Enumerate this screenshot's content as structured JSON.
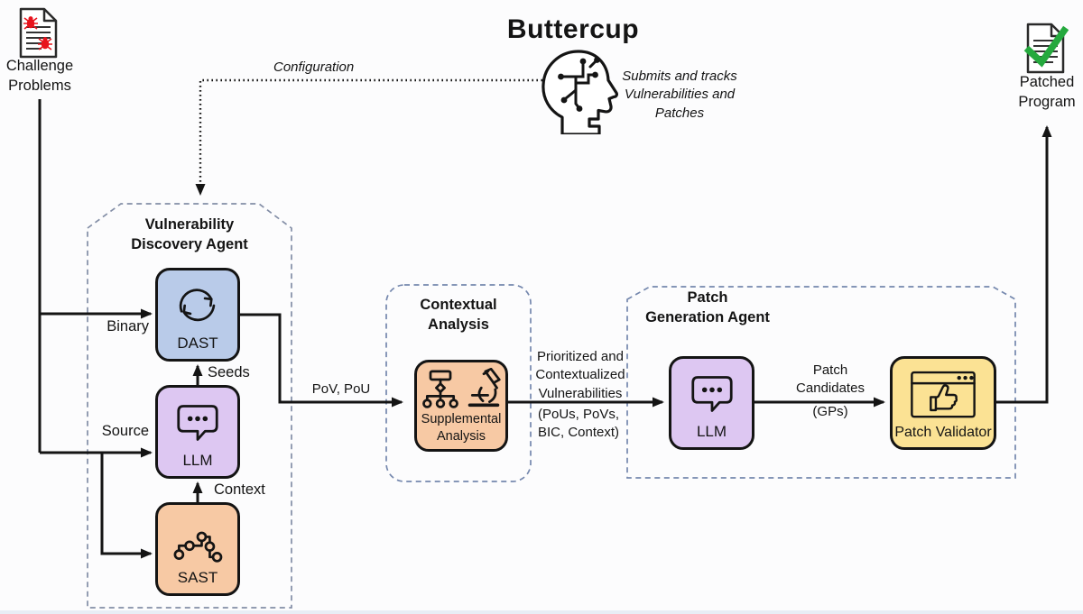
{
  "title": "Buttercup",
  "colors": {
    "dast_fill": "#b9cbe9",
    "llm_fill": "#ddc7f2",
    "sast_fill": "#f7c9a4",
    "supplemental_fill": "#f7c9a4",
    "validator_fill": "#fbe294",
    "dashed_border": "#7487ad",
    "line": "#141414",
    "bug_red": "#e8131c",
    "check_green": "#25a93e"
  },
  "endpoints": {
    "challenge_label": "Challenge\nProblems",
    "patched_label": "Patched\nProgram"
  },
  "orchestrator": {
    "configuration_label": "Configuration",
    "caption": "Submits and tracks\nVulnerabilities and\nPatches"
  },
  "vda": {
    "title": "Vulnerability\nDiscovery Agent",
    "nodes": {
      "dast": "DAST",
      "llm": "LLM",
      "sast": "SAST"
    },
    "labels": {
      "binary": "Binary",
      "source": "Source",
      "seeds": "Seeds",
      "context": "Context"
    }
  },
  "ca": {
    "title": "Contextual\nAnalysis",
    "node": "Supplemental\nAnalysis"
  },
  "pga": {
    "title": "Patch\nGeneration Agent",
    "nodes": {
      "llm": "LLM",
      "validator": "Patch Validator"
    }
  },
  "edges": {
    "pov": "PoV, PoU",
    "prioritized": "Prioritized and\nContextualized\nVulnerabilities",
    "prioritized_sub": "(PoUs, PoVs,\nBIC, Context)",
    "candidates": "Patch\nCandidates",
    "candidates_sub": "(GPs)"
  }
}
